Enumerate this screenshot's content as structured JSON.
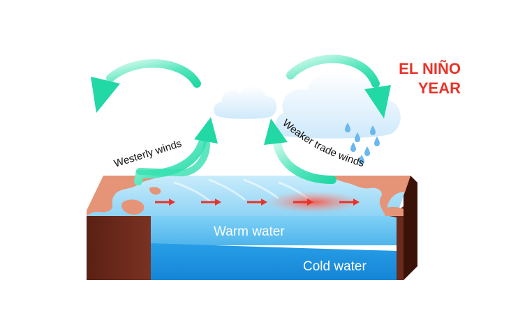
{
  "title": {
    "line1": "EL NIÑO",
    "line2": "YEAR",
    "color": "#e8332a"
  },
  "labels": {
    "westerly_winds": "Westerly winds",
    "weaker_trade_winds": "Weaker trade winds",
    "warm_water": "Warm water",
    "cold_water": "Cold water"
  },
  "colors": {
    "wind_arrow": "#34e0b0",
    "warm_water": "#5bbff0",
    "cold_water": "#1b92e2",
    "land": "#e59478",
    "earth": "#6a2a1c",
    "current_arrow": "#e8332a"
  }
}
